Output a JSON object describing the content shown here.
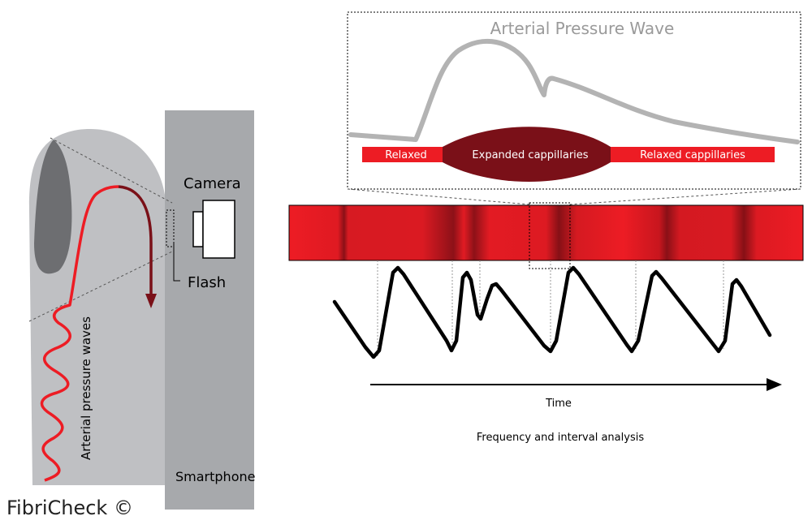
{
  "labels": {
    "camera": "Camera",
    "flash": "Flash",
    "smartphone": "Smartphone",
    "finger_waves": "Arterial pressure waves",
    "brand": "FibriCheck ©",
    "inset_title": "Arterial Pressure Wave",
    "relaxed": "Relaxed",
    "expanded": "Expanded cappillaries",
    "relaxed_caps": "Relaxed cappillaries",
    "time": "Time",
    "analysis": "Frequency and interval analysis"
  },
  "colors": {
    "finger": "#bfc0c3",
    "nail": "#6d6e71",
    "phone": "#a7a9ac",
    "red": "#ed1c24",
    "dark_red": "#7a1018",
    "wave_gray": "#b3b3b3",
    "ink": "#000000"
  },
  "icons": {
    "camera": "camera-icon",
    "flash": "flash-icon",
    "time_arrow": "arrow-right-icon",
    "flow_arrow": "arrow-down-icon"
  }
}
